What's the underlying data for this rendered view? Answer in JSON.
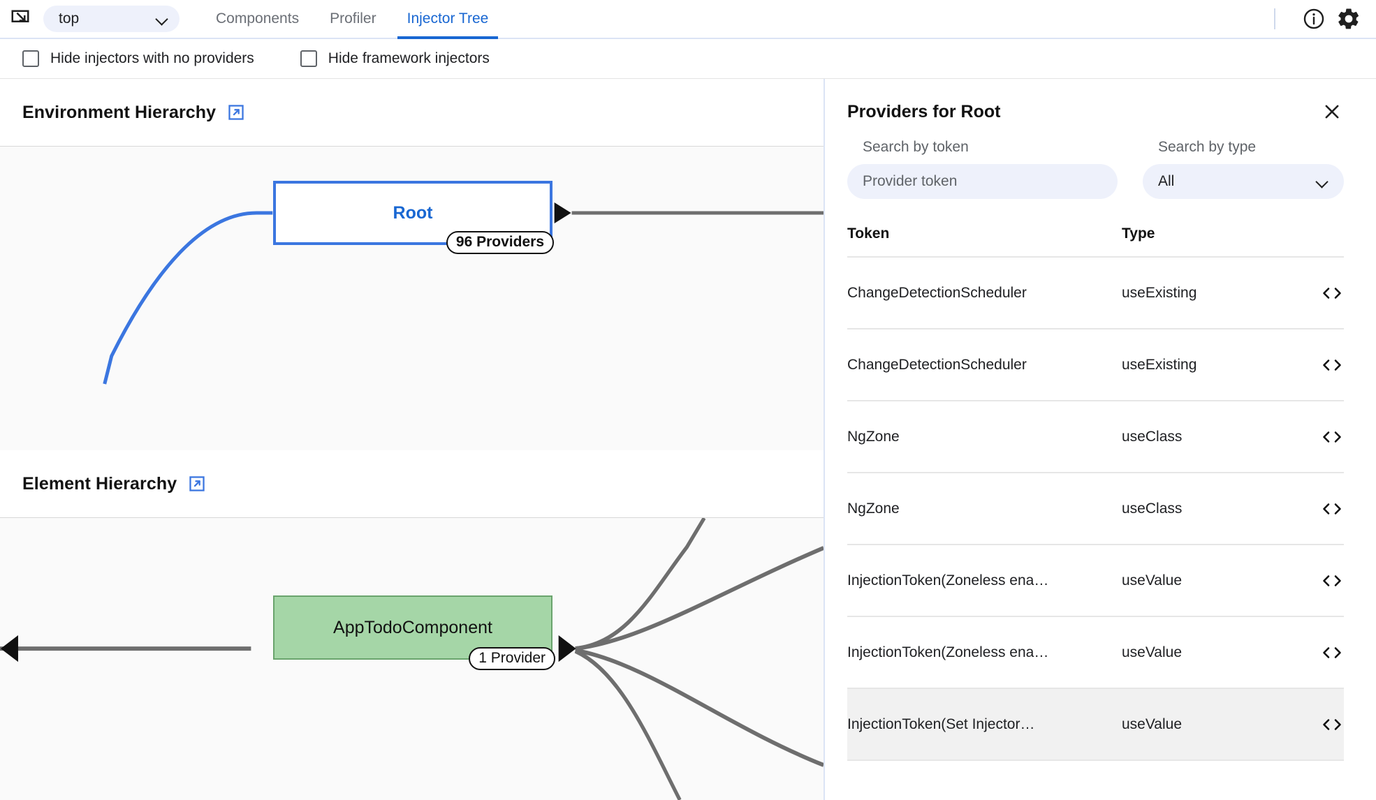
{
  "toolbar": {
    "select_frame_icon": "select-element-icon",
    "frame_value": "top",
    "tabs": [
      {
        "label": "Components",
        "active": false
      },
      {
        "label": "Profiler",
        "active": false
      },
      {
        "label": "Injector Tree",
        "active": true
      }
    ],
    "info_icon": "info-icon",
    "settings_icon": "gear-icon"
  },
  "filters": [
    {
      "label": "Hide injectors with no providers",
      "checked": false
    },
    {
      "label": "Hide framework injectors",
      "checked": false
    }
  ],
  "environment_hierarchy": {
    "title": "Environment Hierarchy",
    "open_icon": "external-link-icon",
    "node": {
      "label": "Root",
      "badge": "96 Providers"
    }
  },
  "element_hierarchy": {
    "title": "Element Hierarchy",
    "open_icon": "external-link-icon",
    "node": {
      "label": "AppTodoComponent",
      "badge": "1 Provider"
    }
  },
  "providers_panel": {
    "title": "Providers for Root",
    "close_icon": "close-icon",
    "search_token": {
      "label": "Search by token",
      "placeholder": "Provider token",
      "value": ""
    },
    "search_type": {
      "label": "Search by type",
      "value": "All",
      "chevron": "chevron-down-icon"
    },
    "columns": {
      "token": "Token",
      "type": "Type"
    },
    "rows": [
      {
        "token": "ChangeDetectionScheduler",
        "type": "useExisting",
        "code_icon": "code-icon",
        "hovered": false
      },
      {
        "token": "ChangeDetectionScheduler",
        "type": "useExisting",
        "code_icon": "code-icon",
        "hovered": false
      },
      {
        "token": "NgZone",
        "type": "useClass",
        "code_icon": "code-icon",
        "hovered": false
      },
      {
        "token": "NgZone",
        "type": "useClass",
        "code_icon": "code-icon",
        "hovered": false
      },
      {
        "token": "InjectionToken(Zoneless ena…",
        "type": "useValue",
        "code_icon": "code-icon",
        "hovered": false
      },
      {
        "token": "InjectionToken(Zoneless ena…",
        "type": "useValue",
        "code_icon": "code-icon",
        "hovered": false
      },
      {
        "token": "InjectionToken(Set Injector…",
        "type": "useValue",
        "code_icon": "code-icon",
        "hovered": true
      }
    ]
  },
  "colors": {
    "accent_blue": "#1967d2",
    "node_border_blue": "#3b76e0",
    "node_green_fill": "#a5d6a7",
    "node_green_border": "#6aa46d",
    "edge_gray": "#6e6e6e",
    "field_bg": "#eef1fb"
  }
}
